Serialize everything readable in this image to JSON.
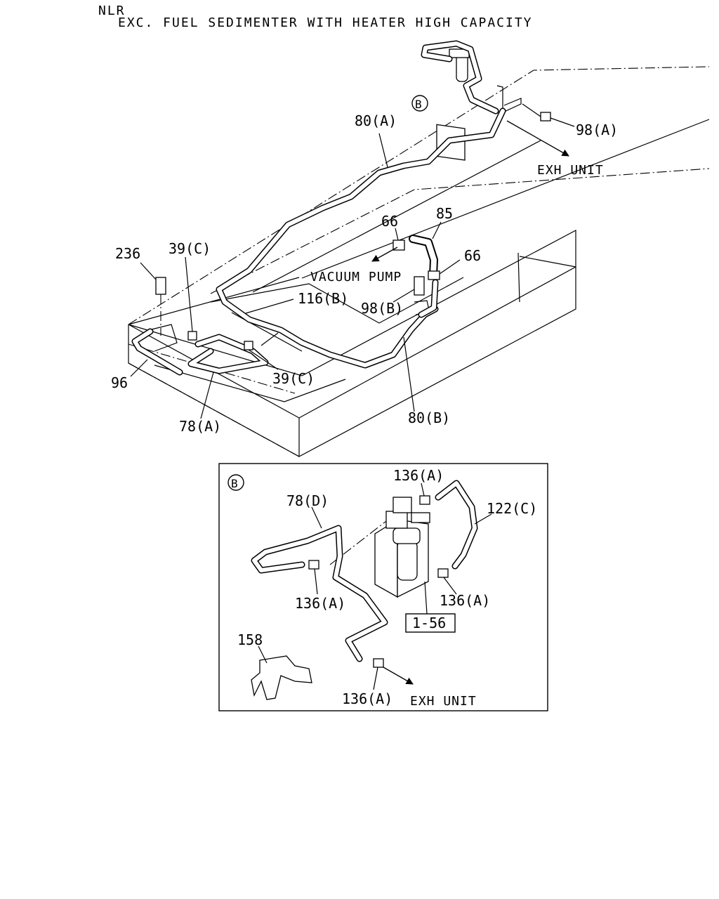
{
  "header": {
    "model": "NLR",
    "description": "EXC. FUEL SEDIMENTER WITH HEATER HIGH CAPACITY"
  },
  "main_view": {
    "labels": {
      "p80a": "80(A)",
      "p98a": "98(A)",
      "exh_unit": "EXH UNIT",
      "p66_top": "66",
      "p85": "85",
      "p66_right": "66",
      "p236": "236",
      "p39c_top": "39(C)",
      "vacuum_pump": "VACUUM PUMP",
      "p116b": "116(B)",
      "p98b": "98(B)",
      "p39c_bottom": "39(C)",
      "p96": "96",
      "p78a": "78(A)",
      "p80b": "80(B)",
      "callout_b": "B"
    }
  },
  "detail_b": {
    "title": "B",
    "labels": {
      "p136a_top": "136(A)",
      "p78d": "78(D)",
      "p122c": "122(C)",
      "p136a_left": "136(A)",
      "p136a_right": "136(A)",
      "ref_box": "1-56",
      "p158": "158",
      "p136a_bottom": "136(A)",
      "exh_unit": "EXH UNIT"
    }
  }
}
